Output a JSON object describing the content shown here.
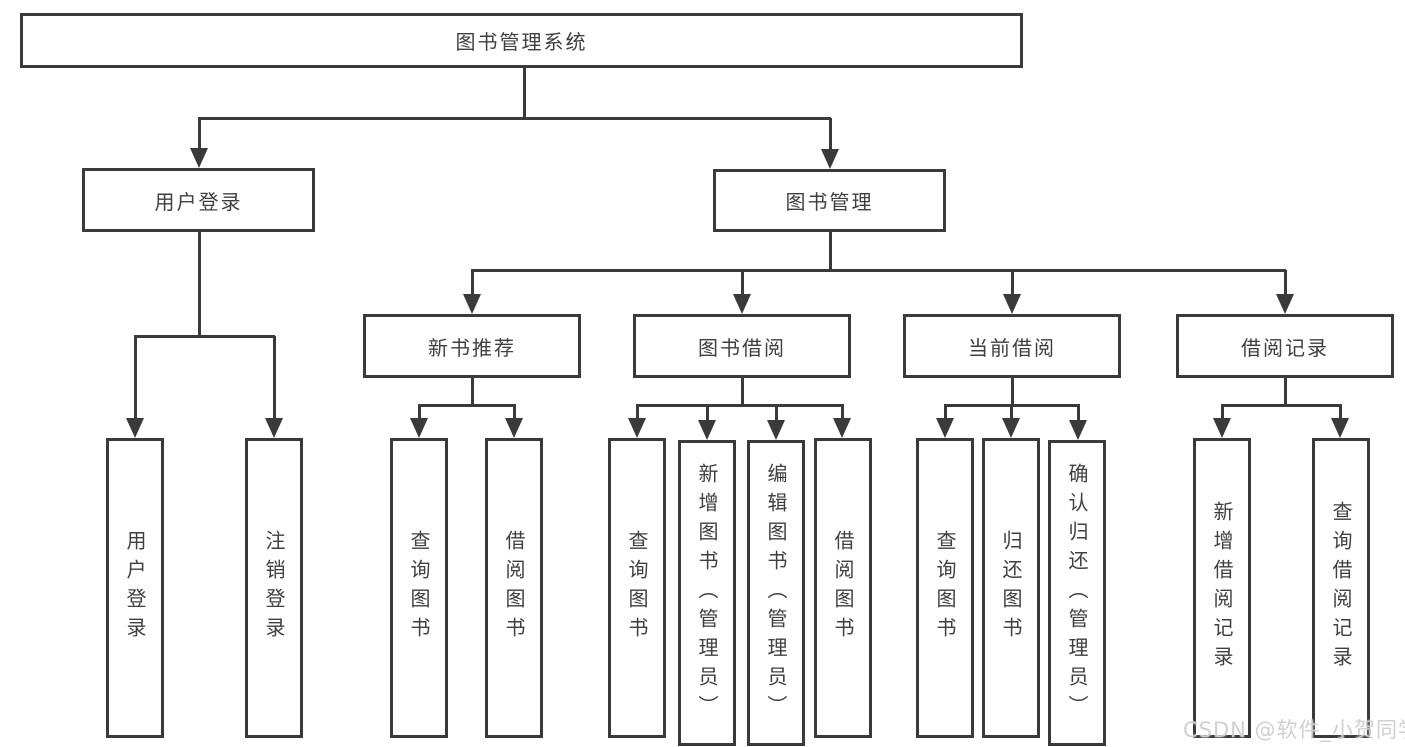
{
  "colors": {
    "line": "#3a3a3a",
    "text": "#3f3f3f",
    "background": "#ffffff",
    "watermark": "#cecece"
  },
  "watermark": {
    "text": "CSDN @软件_小贺同学"
  },
  "diagram": {
    "type": "tree",
    "root": {
      "label": "图书管理系统",
      "children": [
        {
          "label": "用户登录",
          "children": [
            {
              "label": "用户登录"
            },
            {
              "label": "注销登录"
            }
          ]
        },
        {
          "label": "图书管理",
          "children": [
            {
              "label": "新书推荐",
              "children": [
                {
                  "label": "查询图书"
                },
                {
                  "label": "借阅图书"
                }
              ]
            },
            {
              "label": "图书借阅",
              "children": [
                {
                  "label": "查询图书"
                },
                {
                  "label": "新增图书（管理员）"
                },
                {
                  "label": "编辑图书（管理员）"
                },
                {
                  "label": "借阅图书"
                }
              ]
            },
            {
              "label": "当前借阅",
              "children": [
                {
                  "label": "查询图书"
                },
                {
                  "label": "归还图书"
                },
                {
                  "label": "确认归还（管理员）"
                }
              ]
            },
            {
              "label": "借阅记录",
              "children": [
                {
                  "label": "新增借阅记录"
                },
                {
                  "label": "查询借阅记录"
                }
              ]
            }
          ]
        }
      ]
    }
  }
}
